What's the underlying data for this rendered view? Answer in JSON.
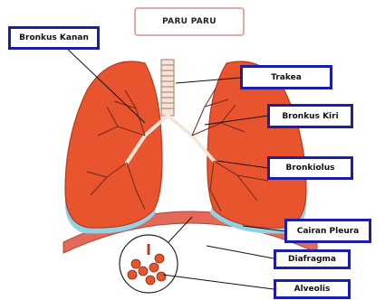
{
  "title": "PARU PARU",
  "labels": {
    "bronkus_kanan": "Bronkus Kanan",
    "trakea": "Trakea",
    "bronkus_kiri": "Bronkus Kiri",
    "bronkiolus": "Bronkiolus",
    "cairan_pleura": "Cairan Pleura",
    "diafragma": "Diafragma",
    "alveolus": "Alveolis"
  },
  "colors": {
    "lung": "#e8542e",
    "lung_dark": "#c23a1c",
    "pleura": "#8fd3e6",
    "diaphragm": "#e26a5a",
    "label_border": "#1b1fa8",
    "bronchi": "#6b2a1a"
  }
}
